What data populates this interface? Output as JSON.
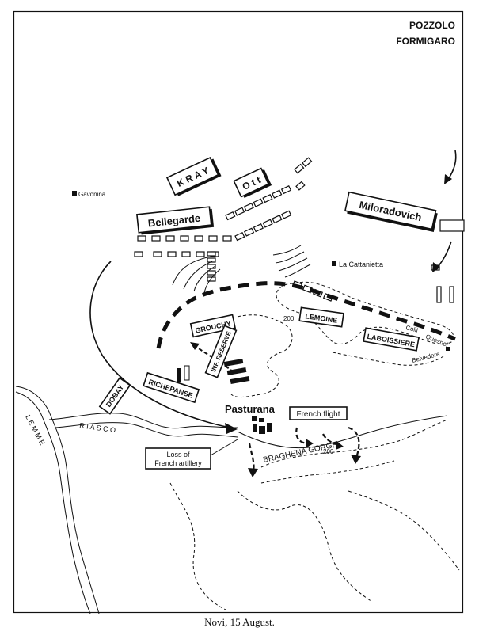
{
  "title_corner": {
    "line1": "POZZOLO",
    "line2": "FORMIGARO"
  },
  "commanders": {
    "kray": "K R A Y",
    "ott": "O t t",
    "bellegarde": "Bellegarde",
    "miloradovich": "Miloradovich"
  },
  "french_units": {
    "grouchy": "GROUCHY",
    "inf_reserve": "INF. RESERVE",
    "lemoine": "LEMOINE",
    "laboissiere": "LABOISSIERE",
    "richepanse": "RICHEPANSE",
    "dobay": "DOBAY"
  },
  "places": {
    "gavonina": "Gavonina",
    "la_cattanietta": "La Cattanietta",
    "colli": "Colli",
    "quesnel": "Quesnel",
    "belvedere": "Belvedere",
    "pasturana": "Pasturana"
  },
  "rivers": {
    "lemme": "L E M M E",
    "riasco": "R I A S C O",
    "braghena_gorge": "BRAGHENA GORGE"
  },
  "annotations": {
    "french_flight": "French flight",
    "loss_line1": "Loss of",
    "loss_line2": "French artillery",
    "contour_200_a": "200",
    "contour_200_b": "200"
  },
  "caption": "Novi, 15 August."
}
